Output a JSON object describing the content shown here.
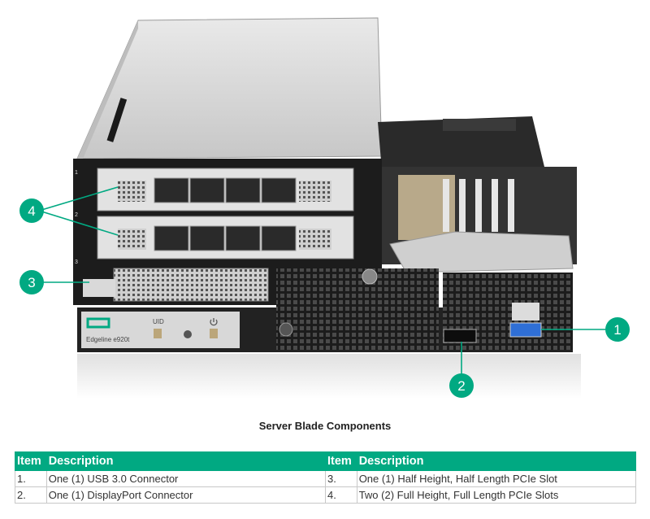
{
  "figure": {
    "callouts": [
      "1",
      "2",
      "3",
      "4"
    ],
    "device_model": "Edgeline e920t",
    "front_panel_labels": [
      "UID"
    ],
    "bay_labels": [
      "1",
      "2",
      "3"
    ],
    "colors": {
      "accent": "#01a982",
      "chassis_dark": "#1c1c1c",
      "chassis_silver": "#d6d6d6",
      "usb_blue": "#2f6fd6"
    }
  },
  "caption": "Server Blade Components",
  "table": {
    "headers": [
      "Item",
      "Description",
      "Item",
      "Description"
    ],
    "rows": [
      [
        "1.",
        "One (1) USB 3.0 Connector",
        "3.",
        "One (1) Half Height, Half Length PCIe Slot"
      ],
      [
        "2.",
        "One (1) DisplayPort Connector",
        "4.",
        "Two (2) Full Height, Full Length PCIe Slots"
      ]
    ]
  }
}
